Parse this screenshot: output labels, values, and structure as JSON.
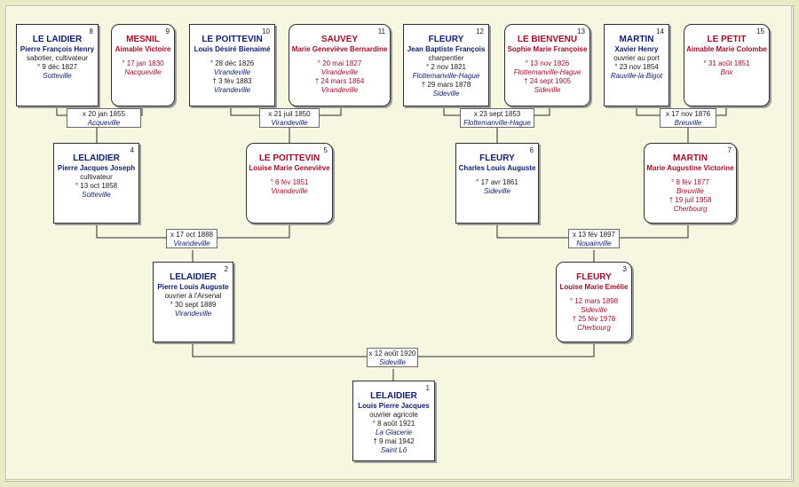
{
  "persons": {
    "p1": {
      "num": "1",
      "surname": "LELAIDIER",
      "given": "Louis Pierre Jacques",
      "occupation": "ouvrier agricole",
      "birth": "° 8 août 1921",
      "birth_place": "La Glacerie",
      "death": "† 9 mai 1942",
      "death_place": "Saint Lô"
    },
    "p2": {
      "num": "2",
      "surname": "LELAIDIER",
      "given": "Pierre Louis Auguste",
      "occupation": "ouvrier à l'Arsenal",
      "birth": "° 30 sept 1889",
      "birth_place": "Virandeville"
    },
    "p3": {
      "num": "3",
      "surname": "FLEURY",
      "given": "Louise Marie Emélie",
      "birth": "° 12 mars 1898",
      "birth_place": "Sideville",
      "death": "† 25 fév 1978",
      "death_place": "Cherbourg"
    },
    "p4": {
      "num": "4",
      "surname": "LELAIDIER",
      "given": "Pierre Jacques Joseph",
      "occupation": "cultivateur",
      "birth": "° 13 oct 1858",
      "birth_place": "Sotteville"
    },
    "p5": {
      "num": "5",
      "surname": "LE POITTEVIN",
      "given": "Louise Marie Geneviève",
      "birth": "° 6 fév 1851",
      "birth_place": "Virandeville"
    },
    "p6": {
      "num": "6",
      "surname": "FLEURY",
      "given": "Charles Louis Auguste",
      "birth": "° 17 avr 1861",
      "birth_place": "Sideville"
    },
    "p7": {
      "num": "7",
      "surname": "MARTIN",
      "given": "Marie Augustine Victorine",
      "birth": "° 8 fév 1877",
      "birth_place": "Breuville",
      "death": "† 19 juil 1958",
      "death_place": "Cherbourg"
    },
    "p8": {
      "num": "8",
      "surname": "LE LAIDIER",
      "given": "Pierre François Henry",
      "occupation": "sabotier, cultivateur",
      "birth": "° 9 déc 1827",
      "birth_place": "Sotteville"
    },
    "p9": {
      "num": "9",
      "surname": "MESNIL",
      "given": "Aimable Victoire",
      "birth": "° 17 jan 1830",
      "birth_place": "Nacqueville"
    },
    "p10": {
      "num": "10",
      "surname": "LE POITTEVIN",
      "given": "Louis Désiré Bienaimé",
      "birth": "° 28 déc 1826",
      "birth_place": "Virandeville",
      "death": "† 3 fév 1883",
      "death_place": "Virandeville"
    },
    "p11": {
      "num": "11",
      "surname": "SAUVEY",
      "given": "Marie Geneviève Bernardine",
      "birth": "° 20 mai 1827",
      "birth_place": "Virandeville",
      "death": "† 24 mars 1864",
      "death_place": "Virandeville"
    },
    "p12": {
      "num": "12",
      "surname": "FLEURY",
      "given": "Jean Baptiste François",
      "occupation": "charpentier",
      "birth": "° 2 nov 1821",
      "birth_place": "Flottemanville-Hague",
      "death": "† 29 mars 1878",
      "death_place": "Sideville"
    },
    "p13": {
      "num": "13",
      "surname": "LE BIENVENU",
      "given": "Sophie Marie Françoise",
      "birth": "° 13 nov 1826",
      "birth_place": "Flottemanville-Hague",
      "death": "† 24 sept 1905",
      "death_place": "Sideville"
    },
    "p14": {
      "num": "14",
      "surname": "MARTIN",
      "given": "Xavier Henry",
      "occupation": "ouvrier au port",
      "birth": "° 23 nov 1854",
      "birth_place": "Rauville-la-Bigot"
    },
    "p15": {
      "num": "15",
      "surname": "LE PETIT",
      "given": "Aimable Marie Colombe",
      "birth": "° 31 août 1851",
      "birth_place": "Brix"
    }
  },
  "marriages": {
    "m1": {
      "date": "x 12 août 1920",
      "place": "Sideville"
    },
    "m2": {
      "date": "x 17 oct 1888",
      "place": "Virandeville"
    },
    "m3": {
      "date": "x 13 fév 1897",
      "place": "Nouainville"
    },
    "m4": {
      "date": "x 20 jan 1855",
      "place": "Acqueville"
    },
    "m5": {
      "date": "x 21 juil 1850",
      "place": "Virandeville"
    },
    "m6": {
      "date": "x 23 sept 1853",
      "place": "Flottemanville-Hague"
    },
    "m7": {
      "date": "x 17 nov 1876",
      "place": "Breuville"
    }
  },
  "colors": {
    "male_text": "#0f1e6b",
    "female_text": "#9b1029",
    "background": "#f7f7e1",
    "line": "#2a2a2a"
  }
}
